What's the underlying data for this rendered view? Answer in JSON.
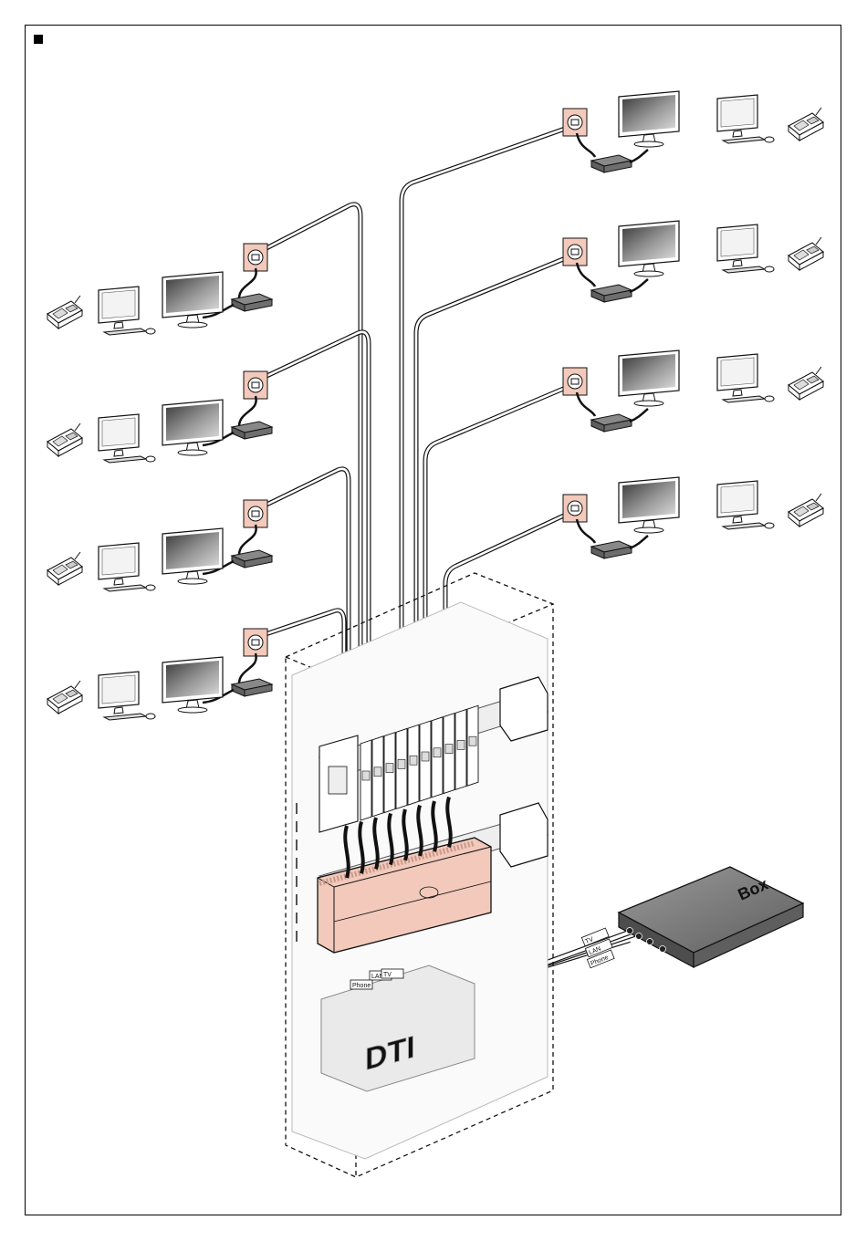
{
  "labels": {
    "box": "Box",
    "tv": "TV",
    "lan": "LAN",
    "phone": "Phone",
    "dti": "DTI"
  },
  "colors": {
    "accent_pink": "#f2c9bb",
    "accent_pink_dark": "#e9b3a2",
    "line": "#111111",
    "device_gray": "#6b6b6b",
    "box_gray": "#7d7d7d"
  },
  "icons": {
    "wall_socket": "rj45-socket-icon",
    "tv": "tv-monitor-icon",
    "computer": "desktop-computer-icon",
    "phone": "telephone-icon",
    "decoder": "set-top-box-icon",
    "router": "internet-box-icon"
  },
  "workstations": {
    "left_count": 4,
    "right_count": 4
  }
}
